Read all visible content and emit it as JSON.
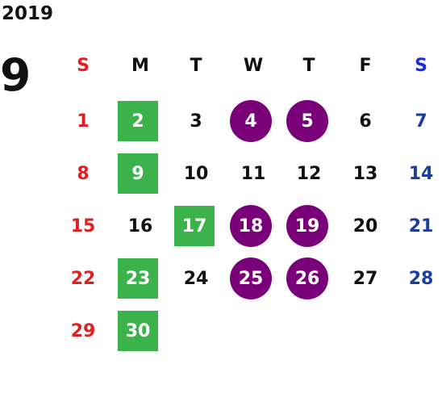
{
  "calendar": {
    "year": "2019",
    "month": "9",
    "weekdays": [
      "S",
      "M",
      "T",
      "W",
      "T",
      "F",
      "S"
    ],
    "weeks": [
      [
        "",
        "",
        "",
        "",
        "",
        "",
        ""
      ],
      [
        "1",
        "2",
        "3",
        "4",
        "5",
        "6",
        "7"
      ],
      [
        "8",
        "9",
        "10",
        "11",
        "12",
        "13",
        "14"
      ],
      [
        "15",
        "16",
        "17",
        "18",
        "19",
        "20",
        "21"
      ],
      [
        "22",
        "23",
        "24",
        "25",
        "26",
        "27",
        "28"
      ],
      [
        "29",
        "30",
        "",
        "",
        "",
        "",
        ""
      ]
    ],
    "highlight_green_days": [
      "2",
      "9",
      "17",
      "23",
      "30"
    ],
    "highlight_purple_days": [
      "4",
      "5",
      "18",
      "19",
      "25",
      "26"
    ],
    "colors": {
      "sunday": "#e02020",
      "saturday": "#1a3f9a",
      "saturday_header": "#1a2fd0",
      "green_highlight": "#3cb34a",
      "purple_highlight": "#7a007a"
    }
  }
}
